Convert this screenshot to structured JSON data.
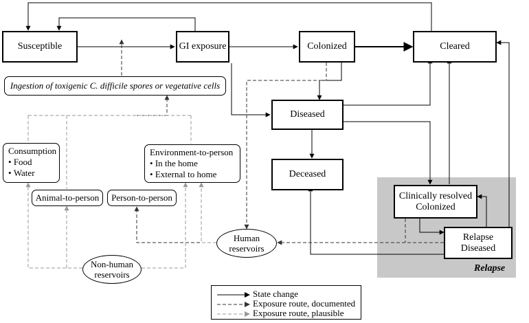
{
  "states": {
    "susceptible": "Susceptible",
    "gi_exposure": "GI exposure",
    "colonized": "Colonized",
    "cleared": "Cleared",
    "diseased": "Diseased",
    "deceased": "Deceased",
    "clinically_resolved": [
      "Clinically resolved",
      "Colonized"
    ],
    "relapse_diseased": [
      "Relapse",
      "Diseased"
    ]
  },
  "ingestion": "Ingestion of toxigenic C. difficile spores or vegetative cells",
  "routes": {
    "consumption": {
      "title": "Consumption",
      "items": [
        "Food",
        "Water"
      ]
    },
    "animal_to_person": "Animal-to-person",
    "person_to_person": "Person-to-person",
    "environment": {
      "title": "Environment-to-person",
      "items": [
        "In the home",
        "External to home"
      ]
    }
  },
  "reservoirs": {
    "human": [
      "Human",
      "reservoirs"
    ],
    "non_human": [
      "Non-human",
      "reservoirs"
    ]
  },
  "relapse_region_label": "Relapse",
  "legend": {
    "items": [
      {
        "label": "State change",
        "style": "solid",
        "color": "#000000"
      },
      {
        "label": "Exposure route, documented",
        "style": "dashed",
        "color": "#333333"
      },
      {
        "label": "Exposure route, plausible",
        "style": "dashed",
        "color": "#999999"
      }
    ]
  },
  "colors": {
    "state_change": "#000000",
    "documented": "#333333",
    "plausible": "#999999",
    "relapse_region": "#c8c8c8"
  }
}
